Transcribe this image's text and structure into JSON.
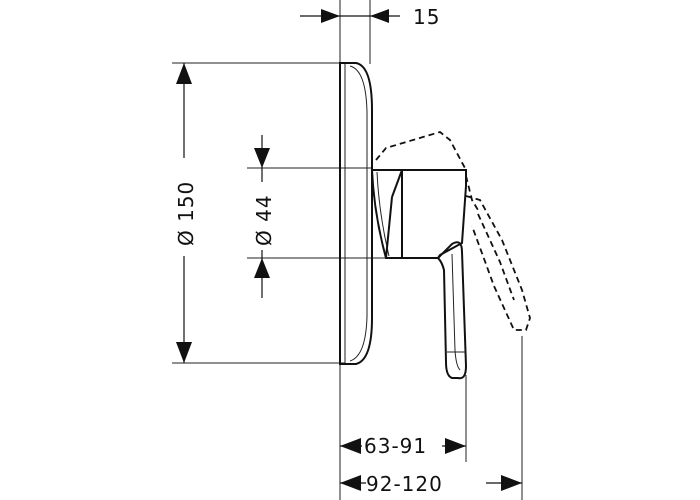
{
  "diagram": {
    "dimensions": {
      "depth_plate": "15",
      "plate_diameter": "Ø 150",
      "hub_diameter": "Ø 44",
      "handle_depth_range": "63-91",
      "lever_depth_range": "92-120"
    }
  }
}
